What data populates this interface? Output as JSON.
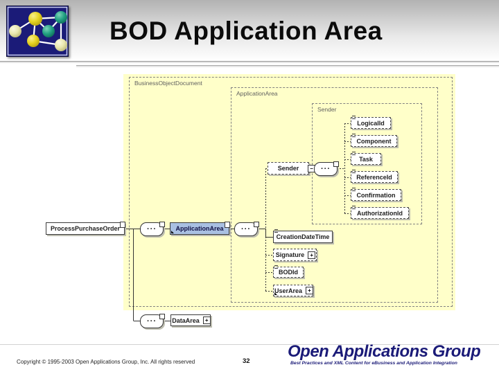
{
  "header": {
    "title": "BOD Application Area",
    "logo": "oag-network-logo"
  },
  "diagram": {
    "regions": {
      "business_object_document": {
        "label": "BusinessObjectDocument"
      },
      "application_area": {
        "label": "ApplicationArea"
      },
      "sender": {
        "label": "Sender"
      }
    },
    "nodes": {
      "process_purchase_order": {
        "label": "ProcessPurchaseOrder",
        "style": "required"
      },
      "application_area": {
        "label": "ApplicationArea",
        "style": "selected"
      },
      "sender": {
        "label": "Sender",
        "style": "optional",
        "expander": "minus"
      },
      "logical_id": {
        "label": "LogicalId",
        "style": "optional"
      },
      "component": {
        "label": "Component",
        "style": "optional"
      },
      "task": {
        "label": "Task",
        "style": "optional"
      },
      "reference_id": {
        "label": "ReferenceId",
        "style": "optional"
      },
      "confirmation": {
        "label": "Confirmation",
        "style": "optional"
      },
      "authorization_id": {
        "label": "AuthorizationId",
        "style": "optional"
      },
      "creation_date_time": {
        "label": "CreationDateTime",
        "style": "required"
      },
      "signature": {
        "label": "Signature",
        "style": "optional",
        "expander": "plus"
      },
      "bod_id": {
        "label": "BODId",
        "style": "optional"
      },
      "user_area": {
        "label": "UserArea",
        "style": "optional",
        "expander": "plus"
      },
      "data_area": {
        "label": "DataArea",
        "style": "required",
        "expander": "plus"
      }
    },
    "sequence_glyph": "···",
    "expander_plus": "+",
    "expander_minus": "−"
  },
  "footer": {
    "copyright": "Copyright © 1995-2003 Open Applications Group, Inc.  All rights reserved",
    "page_number": "32",
    "brand": "Open Applications Group",
    "tagline": "Best Practices and XML Content for eBusiness and Application Integration"
  },
  "colors": {
    "panel_yellow": "#ffffc9",
    "selected_blue": "#a9c0e2",
    "brand_navy": "#1b1b78",
    "logo_navy": "#1b1b78"
  }
}
